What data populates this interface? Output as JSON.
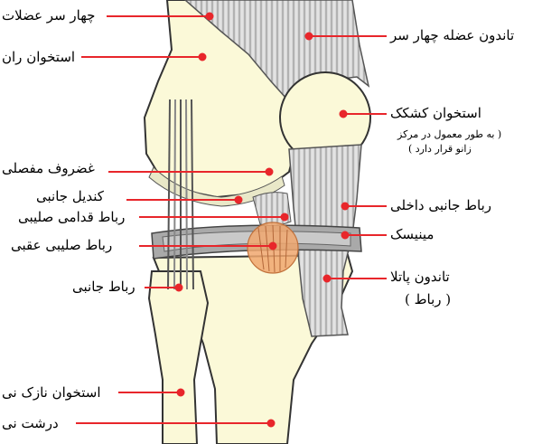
{
  "colors": {
    "bone": "#fbf9d8",
    "bone_outline": "#333333",
    "tendon_fill": "#d6d6d6",
    "tendon_line": "#6b6b6b",
    "meniscus": "#a9a9a9",
    "ligament_highlight": "#f0a76e",
    "pointer": "#e8262b"
  },
  "labels": {
    "quadriceps": "چهار سر عضلات",
    "femur": "استخوان ران",
    "quad_tendon": "تاندون عضله چهار سر",
    "patella": "استخوان کشکک",
    "patella_note_1": "( به طور معمول در مرکز",
    "patella_note_2": "زانو قرار دارد )",
    "cartilage": "غضروف مفصلی",
    "condyle": "کندیل جانبی",
    "medial_collateral": "رباط جانبی داخلی",
    "acl": "رباط قدامی صلیبی",
    "pcl": "رباط صلیبی عقبی",
    "meniscus": "مینیسک",
    "lateral_collateral": "رباط جانبی",
    "patellar_tendon": "تاندون پاتلا",
    "patellar_tendon_note": "( رباط )",
    "fibula": "استخوان نازک نی",
    "tibia": "درشت نی"
  }
}
